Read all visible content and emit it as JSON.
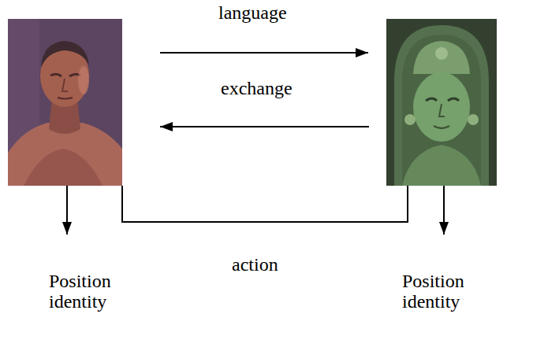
{
  "diagram": {
    "nodes": [
      {
        "text": []
      },
      {
        "text": []
      },
      {
        "text": [
          "Position identity"
        ]
      },
      {
        "text": [
          "Position identity"
        ]
      }
    ],
    "edges": [
      {
        "from": 0,
        "to": 1,
        "label": "language",
        "arrow": "to"
      },
      {
        "from": 1,
        "to": 0,
        "label": "exchange",
        "arrow": "to"
      },
      {
        "from": 0,
        "to": 1,
        "label": "action",
        "arrow": "none"
      },
      {
        "from": 0,
        "to": 2,
        "arrow": "to"
      },
      {
        "from": 1,
        "to": 3,
        "arrow": "to"
      }
    ]
  }
}
